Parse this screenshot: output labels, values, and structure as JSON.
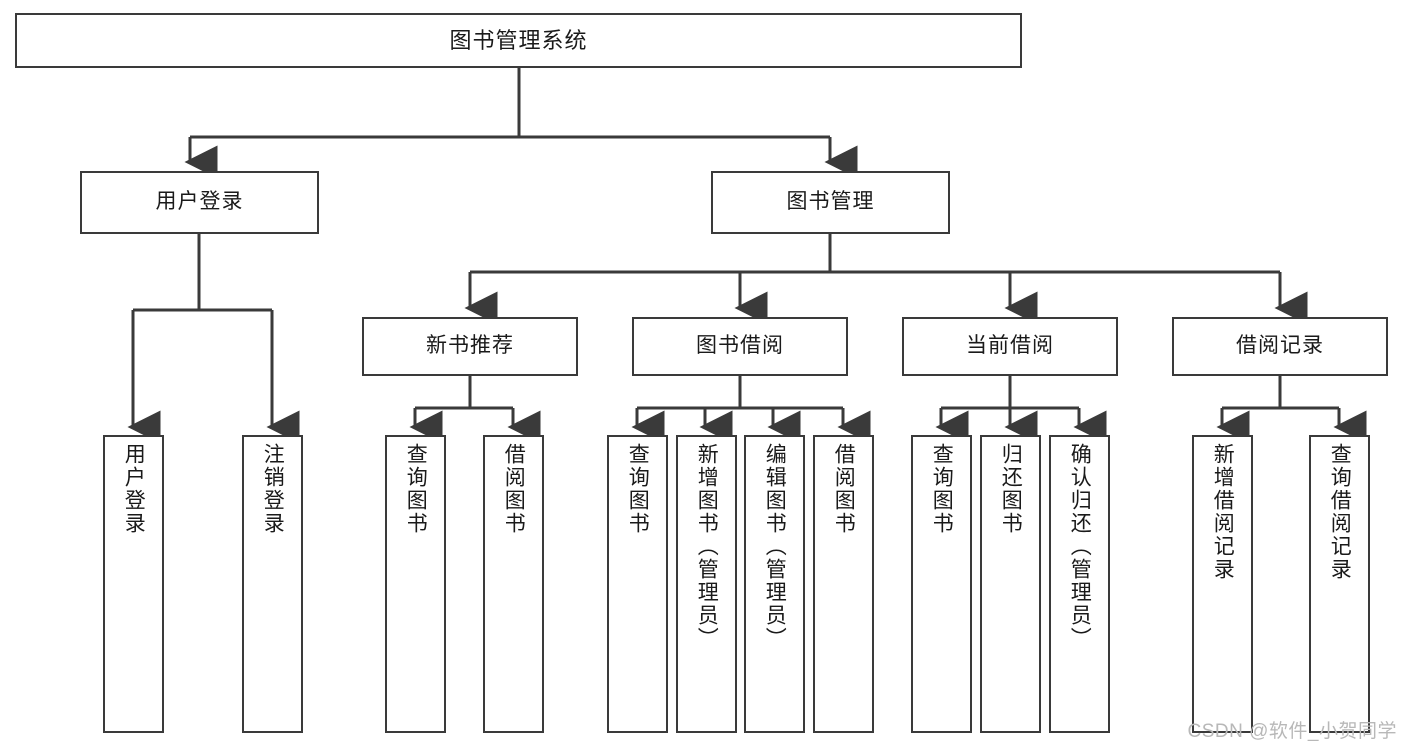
{
  "diagram": {
    "title": "图书管理系统",
    "watermark": "CSDN @软件_小贺同学",
    "accent_color": "#3a3a3a",
    "background_color": "#ffffff",
    "nodes": {
      "root": "图书管理系统",
      "user_login": "用户登录",
      "book_manage": "图书管理",
      "new_book_rec": "新书推荐",
      "book_borrow": "图书借阅",
      "current_borrow": "当前借阅",
      "borrow_record": "借阅记录",
      "leaf_user_login": "用户登录",
      "leaf_logout": "注销登录",
      "leaf_query_book_1": "查询图书",
      "leaf_borrow_book_1": "借阅图书",
      "leaf_query_book_2": "查询图书",
      "leaf_add_book": "新增图书（管理员）",
      "leaf_edit_book": "编辑图书（管理员）",
      "leaf_borrow_book_2": "借阅图书",
      "leaf_query_book_3": "查询图书",
      "leaf_return_book": "归还图书",
      "leaf_confirm_return": "确认归还（管理员）",
      "leaf_add_record": "新增借阅记录",
      "leaf_query_record": "查询借阅记录"
    }
  }
}
